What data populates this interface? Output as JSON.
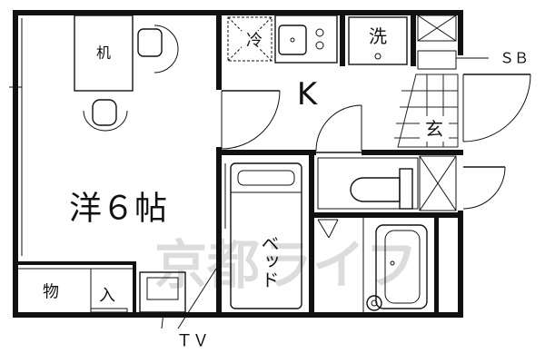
{
  "labels": {
    "western_room": "洋６帖",
    "kitchen": "K",
    "refrigerator": "冷",
    "washer": "洗",
    "entrance": "玄",
    "desk": "机",
    "storage": "物",
    "closet_in": "入",
    "bed": "ベッド",
    "tv": "ＴＶ",
    "shoe_box": "ＳＢ"
  },
  "watermark": "京都ライフ",
  "colors": {
    "wall": "#111111",
    "background": "#ffffff",
    "watermark": "#dcdcdc"
  }
}
